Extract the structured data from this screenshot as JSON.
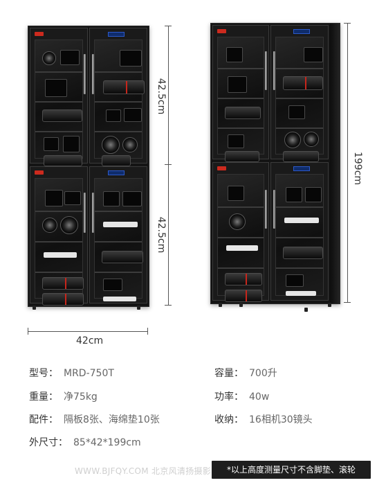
{
  "dimensions": {
    "upper_height": "42.5cm",
    "lower_height": "42.5cm",
    "width": "42cm",
    "total_height": "199cm"
  },
  "specs": {
    "model": {
      "label": "型号：",
      "value": "MRD-750T"
    },
    "capacity": {
      "label": "容量：",
      "value": "700升"
    },
    "weight": {
      "label": "重量：",
      "value": "净75kg"
    },
    "power": {
      "label": "功率：",
      "value": "40w"
    },
    "parts": {
      "label": "配件：",
      "value": "隔板8张、海绵垫10张"
    },
    "storage": {
      "label": "收纳：",
      "value": "16相机30镜头"
    },
    "size": {
      "label": "外尺寸：",
      "value": "85*42*199cm"
    }
  },
  "watermark": "WWW.BJFQY.COM 北京风清扬摄影",
  "note": "*以上高度测量尺寸不含脚垫、滚轮",
  "colors": {
    "accent_red": "#cc2a1e",
    "display_blue": "#2c59c9",
    "cabinet": "#141414"
  }
}
